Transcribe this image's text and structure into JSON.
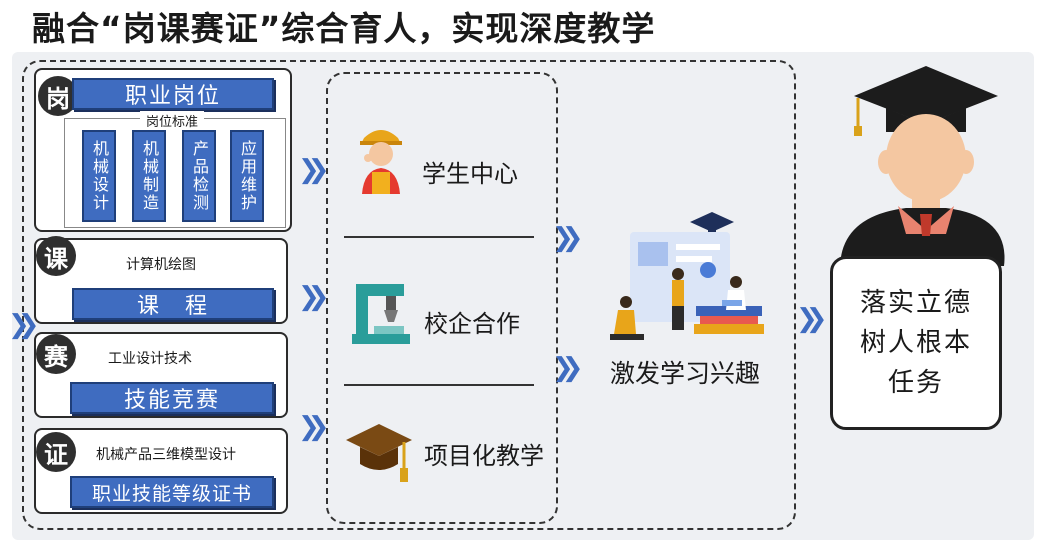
{
  "title": "融合“岗课赛证”综合育人，实现深度教学",
  "rows": {
    "gang": {
      "badge": "岗",
      "header": "职业岗位",
      "standard_label": "岗位标准",
      "cards": [
        "机械设计",
        "机械制造",
        "产品检测",
        "应用维护"
      ]
    },
    "ke": {
      "badge": "课",
      "field": "计算机绘图",
      "button": "课　程"
    },
    "sai": {
      "badge": "赛",
      "field": "工业设计技术",
      "button": "技能竞赛"
    },
    "zheng": {
      "badge": "证",
      "field": "机械产品三维模型设计",
      "button": "职业技能等级证书"
    }
  },
  "middle": {
    "items": [
      {
        "label": "学生中心",
        "icon": "student-worker-icon"
      },
      {
        "label": "校企合作",
        "icon": "factory-machine-icon"
      },
      {
        "label": "项目化教学",
        "icon": "graduation-cap-icon"
      }
    ]
  },
  "interest": {
    "label": "激发学习兴趣",
    "icon": "students-study-illustration"
  },
  "result": {
    "lines": [
      "落实立德",
      "树人根本",
      "任务"
    ],
    "icon": "graduate-figure-icon"
  },
  "colors": {
    "accent": "#3f6cc0",
    "dark": "#2f2f2f",
    "panel": "#eef0f3"
  }
}
